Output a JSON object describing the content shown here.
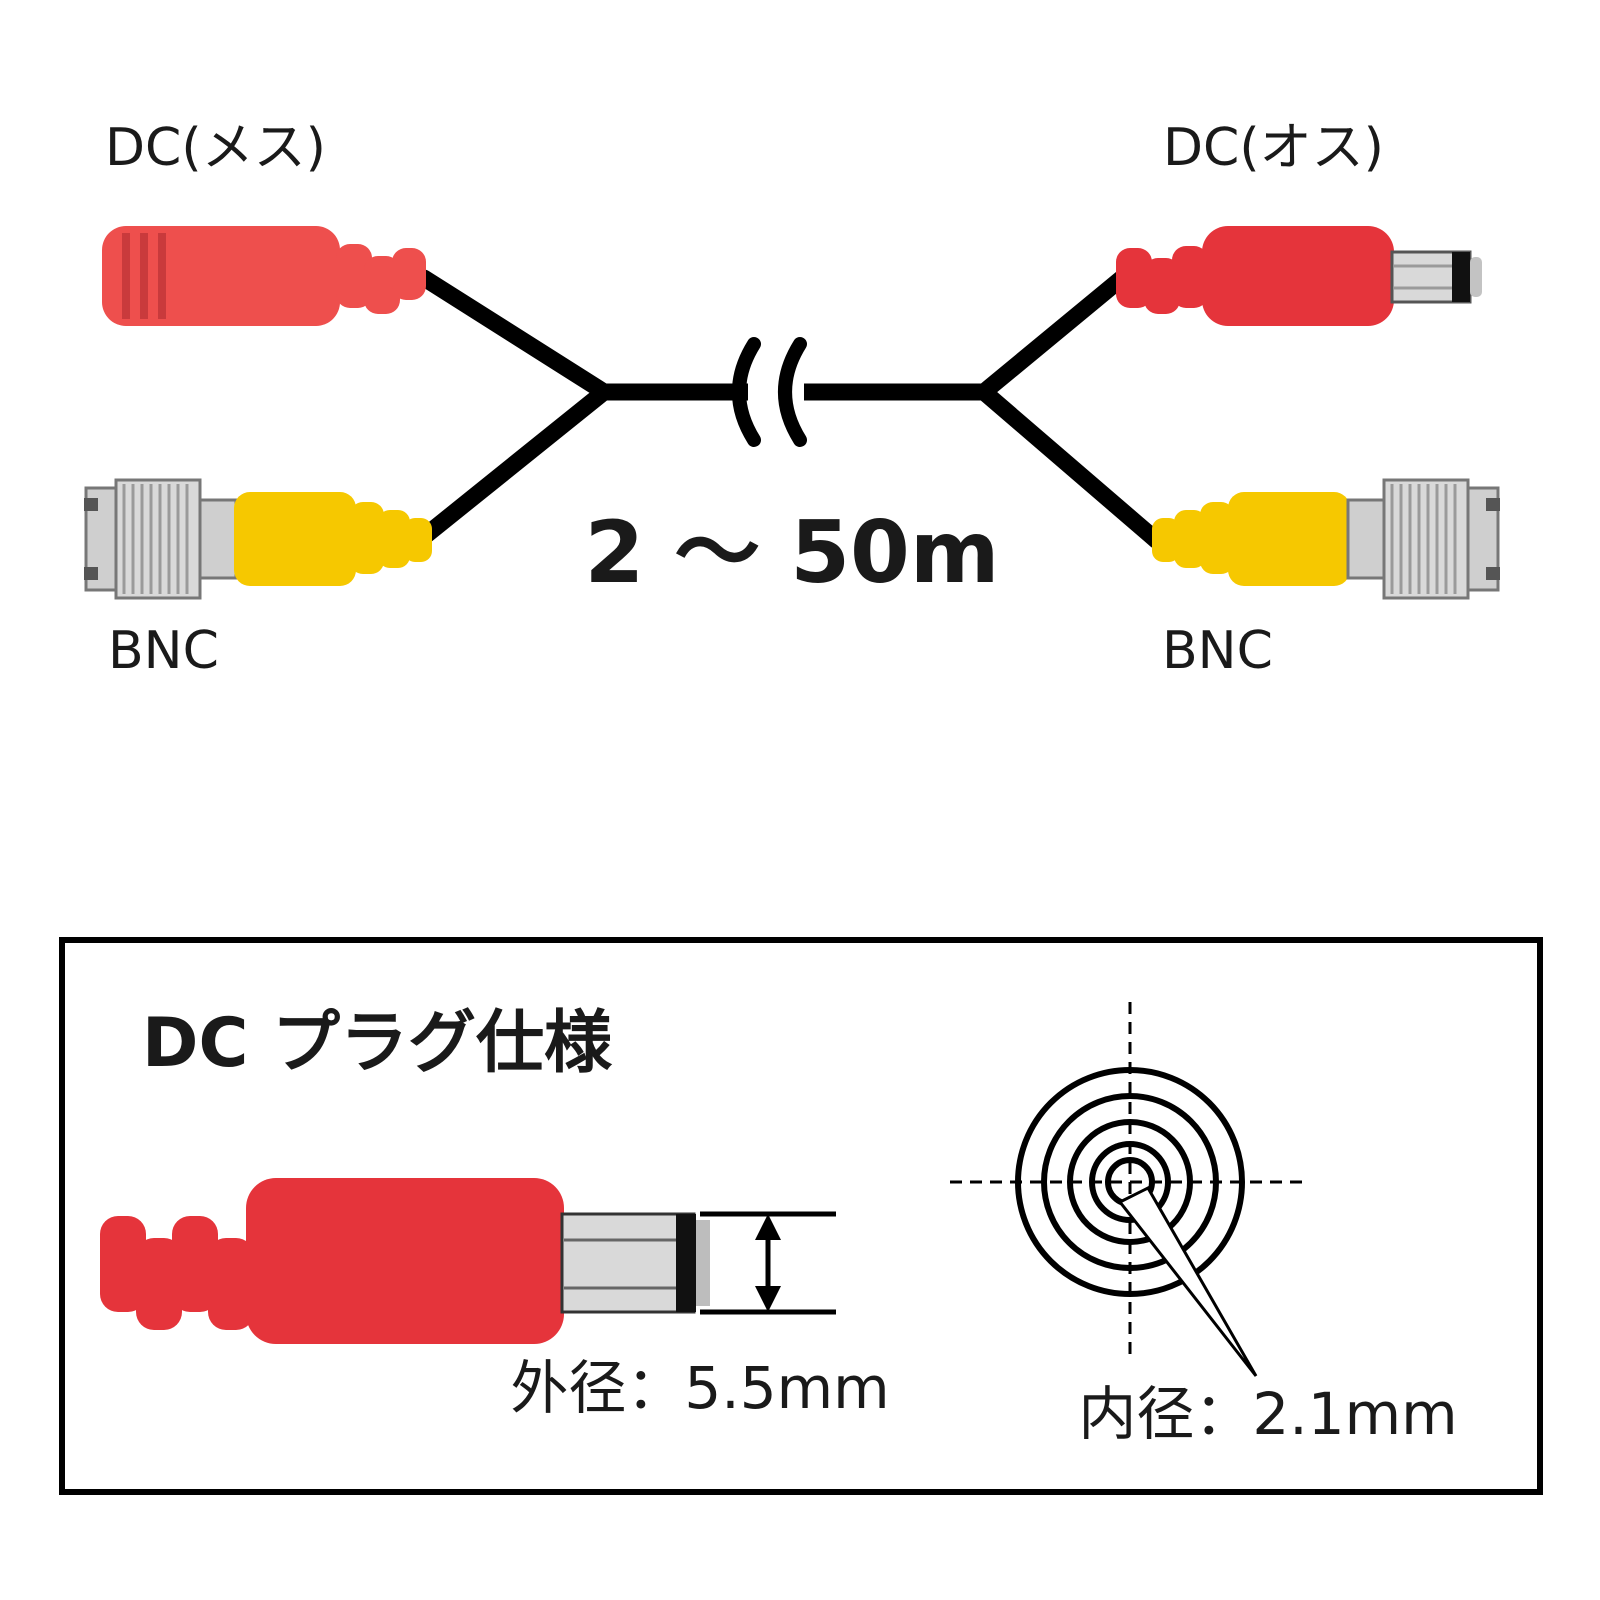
{
  "diagram": {
    "labels": {
      "dc_female": "DC(メス)",
      "dc_male": "DC(オス)",
      "bnc_left": "BNC",
      "bnc_right": "BNC",
      "cable_length": "2 〜 50m"
    },
    "spec_box": {
      "title": "DC プラグ仕様",
      "outer_diameter": "外径：5.5mm",
      "inner_diameter": "内径：2.1mm"
    },
    "colors": {
      "dc_plug_red": "#e5343b",
      "dc_jack_red": "#ee4f4d",
      "bnc_boot_yellow": "#f6c800",
      "metal_silver": "#d9d9d9",
      "cable_black": "#000000"
    },
    "icons": {
      "cable_break": "cable-break-icon",
      "crosshair": "crosshair-icon",
      "diameter_arrow": "double-arrow-icon"
    }
  }
}
